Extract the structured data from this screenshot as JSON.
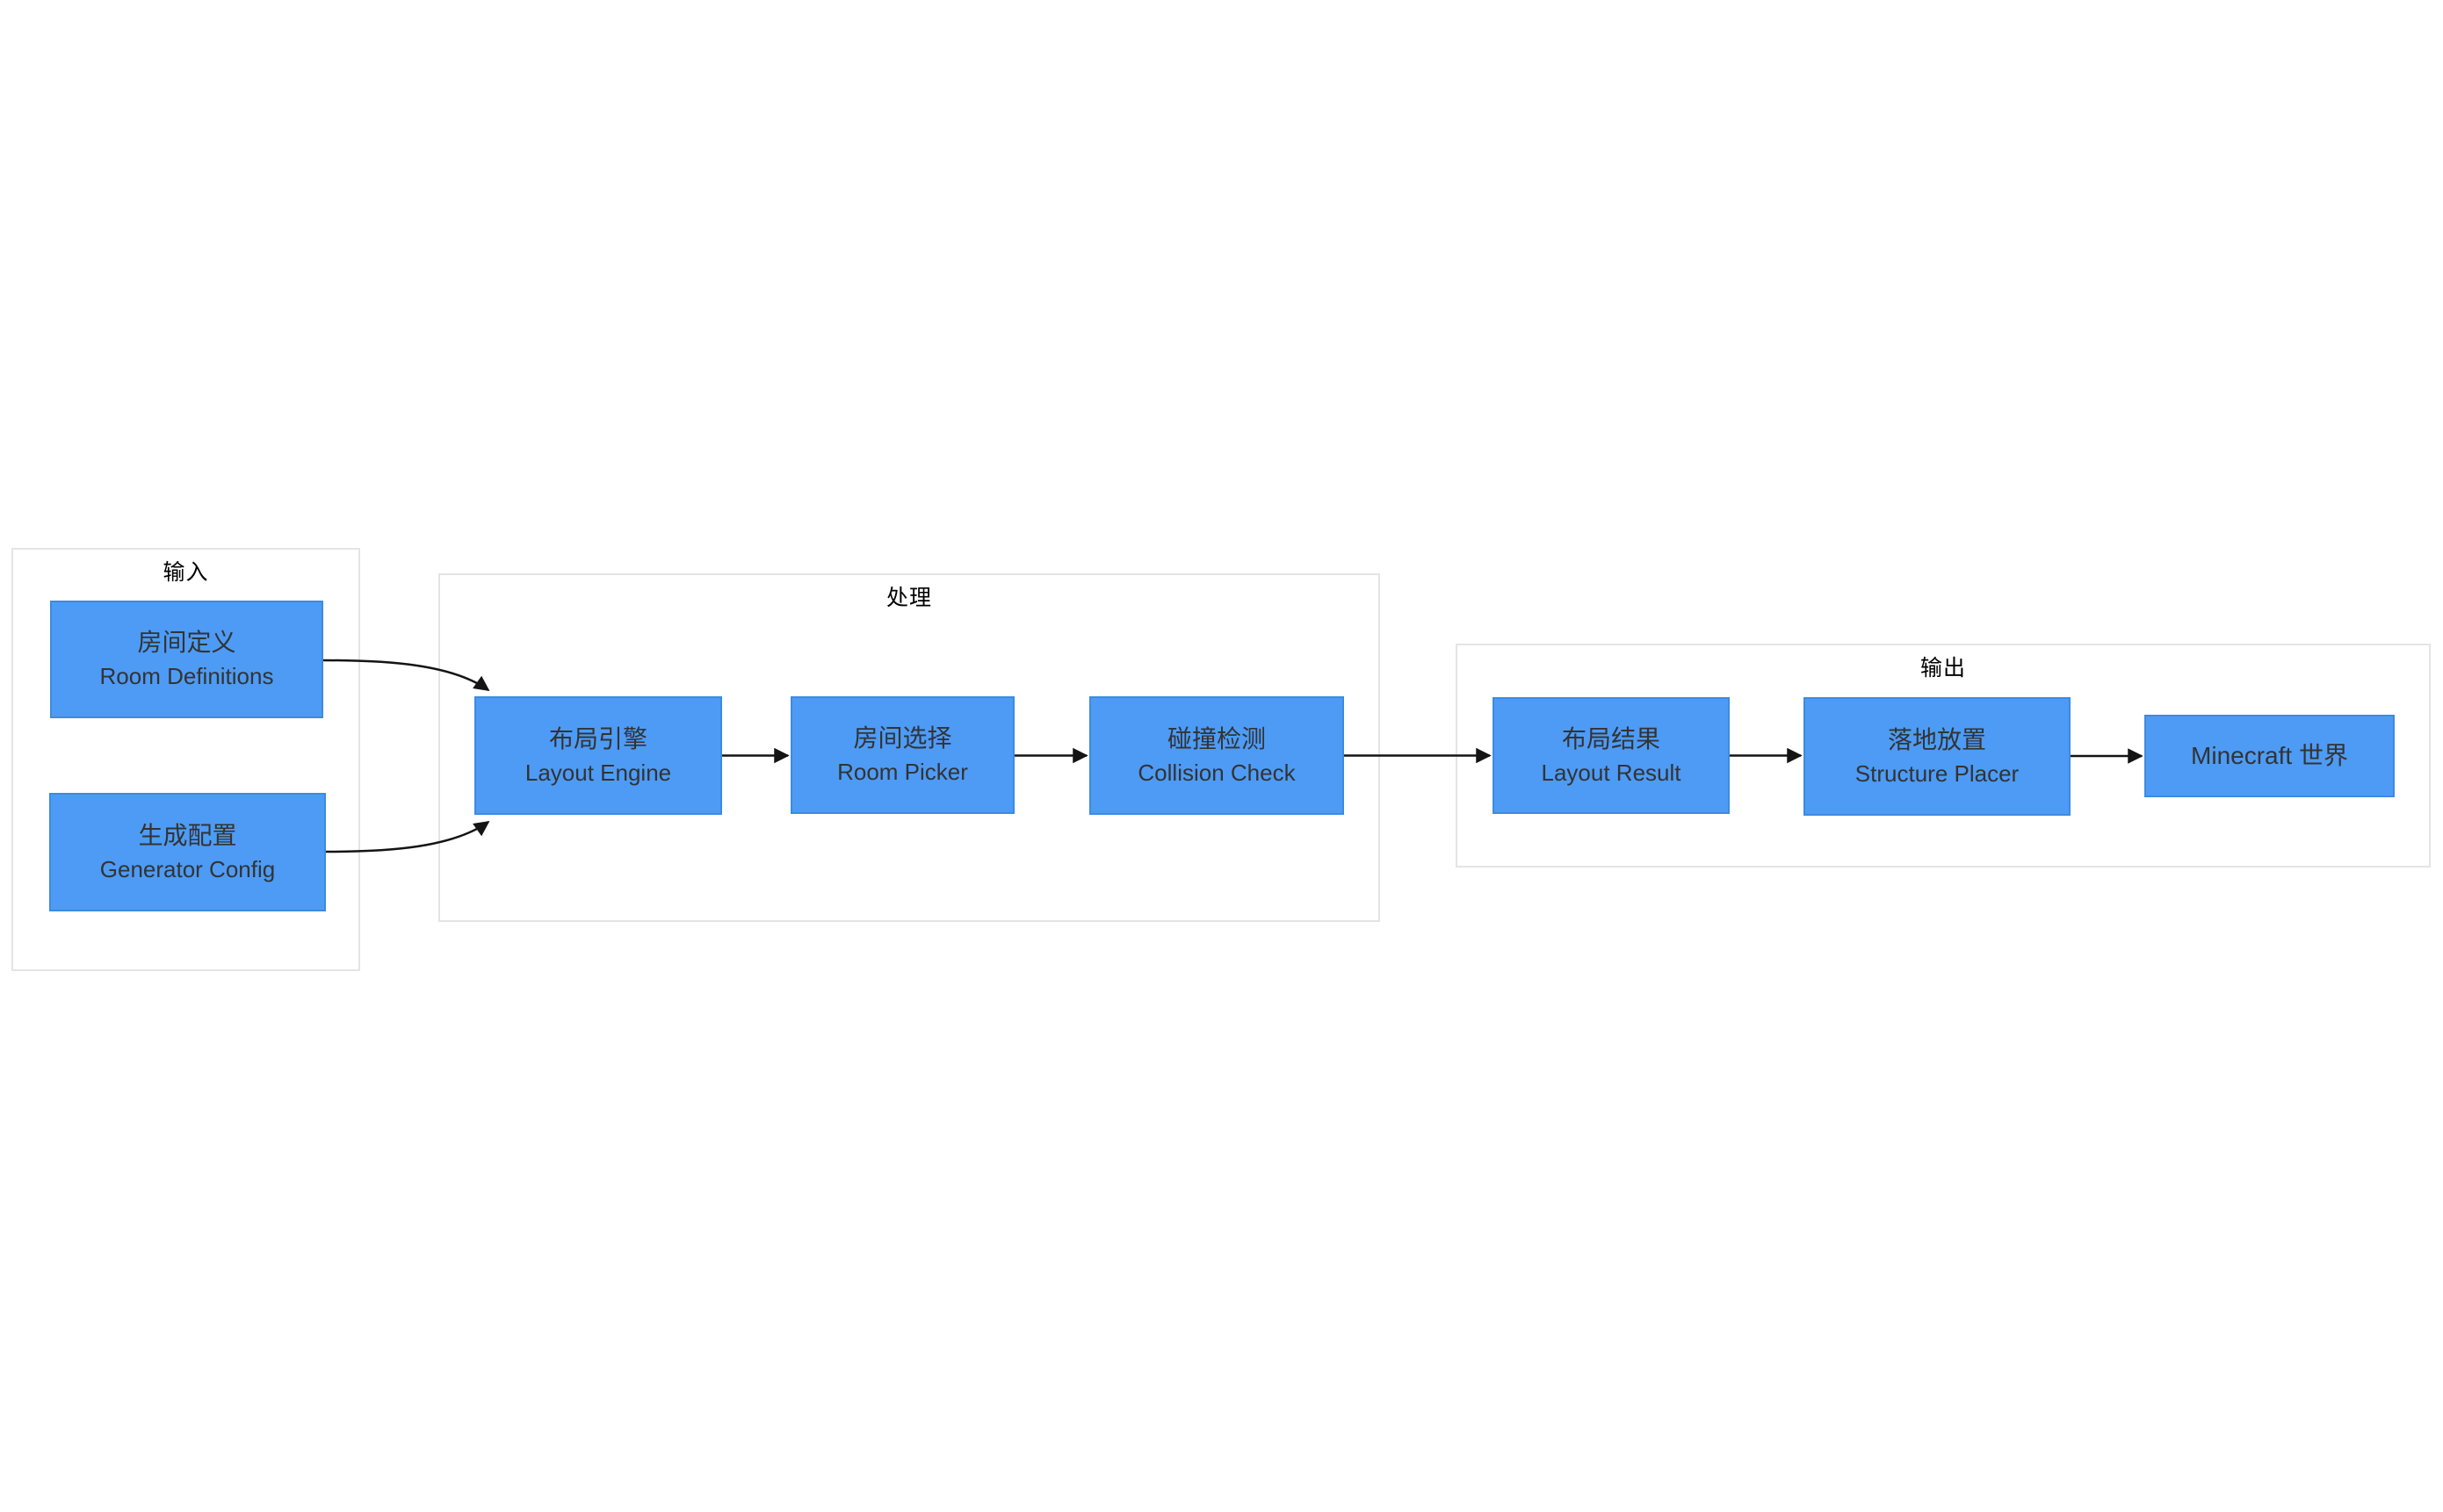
{
  "diagram": {
    "groups": [
      {
        "id": "input",
        "label": "输入"
      },
      {
        "id": "process",
        "label": "处理"
      },
      {
        "id": "output",
        "label": "输出"
      }
    ],
    "nodes": [
      {
        "id": "room-definitions",
        "lines": [
          "房间定义",
          "Room Definitions"
        ]
      },
      {
        "id": "generator-config",
        "lines": [
          "生成配置",
          "Generator Config"
        ]
      },
      {
        "id": "layout-engine",
        "lines": [
          "布局引擎",
          "Layout Engine"
        ]
      },
      {
        "id": "room-picker",
        "lines": [
          "房间选择",
          "Room Picker"
        ]
      },
      {
        "id": "collision-check",
        "lines": [
          "碰撞检测",
          "Collision Check"
        ]
      },
      {
        "id": "layout-result",
        "lines": [
          "布局结果",
          "Layout Result"
        ]
      },
      {
        "id": "structure-placer",
        "lines": [
          "落地放置",
          "Structure Placer"
        ]
      },
      {
        "id": "minecraft-world",
        "lines": [
          "Minecraft 世界"
        ]
      }
    ],
    "edges": [
      {
        "from": "room-definitions",
        "to": "layout-engine"
      },
      {
        "from": "generator-config",
        "to": "layout-engine"
      },
      {
        "from": "layout-engine",
        "to": "room-picker"
      },
      {
        "from": "room-picker",
        "to": "collision-check"
      },
      {
        "from": "collision-check",
        "to": "layout-result"
      },
      {
        "from": "layout-result",
        "to": "structure-placer"
      },
      {
        "from": "structure-placer",
        "to": "minecraft-world"
      }
    ],
    "colors": {
      "node_fill": "#4d9bf5",
      "node_border": "#3c8be0",
      "node_text": "#333333",
      "group_border": "#e4e4e4",
      "group_label": "#000000",
      "edge": "#141414",
      "background": "#ffffff"
    }
  }
}
